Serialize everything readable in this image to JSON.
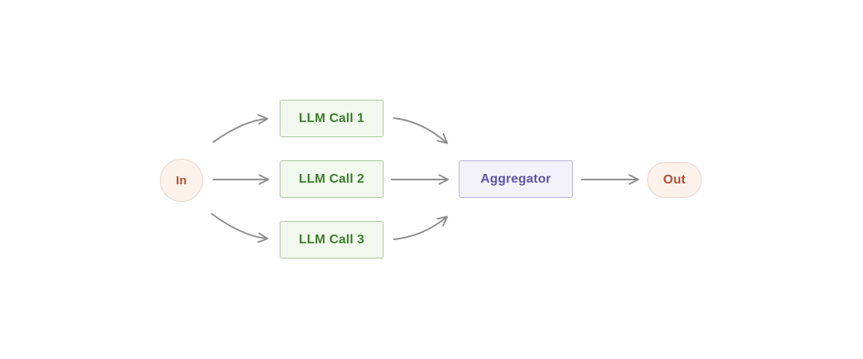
{
  "diagram": {
    "type": "flowchart",
    "nodes": {
      "in": {
        "label": "In",
        "shape": "circle"
      },
      "llm_call_1": {
        "label": "LLM Call 1",
        "shape": "rect"
      },
      "llm_call_2": {
        "label": "LLM Call 2",
        "shape": "rect"
      },
      "llm_call_3": {
        "label": "LLM Call 3",
        "shape": "rect"
      },
      "aggregator": {
        "label": "Aggregator",
        "shape": "rect"
      },
      "out": {
        "label": "Out",
        "shape": "pill"
      }
    },
    "edges": [
      {
        "from": "In",
        "to": "LLM Call 1"
      },
      {
        "from": "In",
        "to": "LLM Call 2"
      },
      {
        "from": "In",
        "to": "LLM Call 3"
      },
      {
        "from": "LLM Call 1",
        "to": "Aggregator"
      },
      {
        "from": "LLM Call 2",
        "to": "Aggregator"
      },
      {
        "from": "LLM Call 3",
        "to": "Aggregator"
      },
      {
        "from": "Aggregator",
        "to": "Out"
      }
    ]
  },
  "colors": {
    "background": "#ffffff",
    "arrow": "#8e8e8e",
    "io_fill": "#fdf1ec",
    "io_border": "#ead3c8",
    "io_text": "#b0512f",
    "llm_fill": "#f1f8ed",
    "llm_border": "#a9c89b",
    "llm_text": "#3e7c2e",
    "aggregator_fill": "#f3f2fb",
    "aggregator_border": "#b6b1dd",
    "aggregator_text": "#5b55a7"
  }
}
